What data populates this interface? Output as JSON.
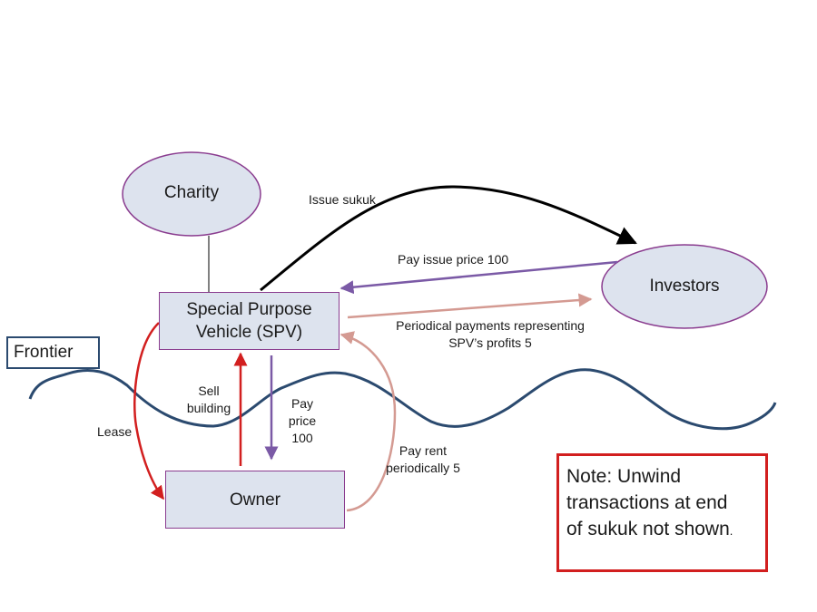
{
  "nodes": {
    "charity": "Charity",
    "investors": "Investors",
    "spv_line1": "Special Purpose",
    "spv_line2": "Vehicle (SPV)",
    "owner": "Owner",
    "frontier": "Frontier"
  },
  "edges": {
    "issue_sukuk": "Issue sukuk",
    "pay_issue_price": "Pay issue price 100",
    "periodical_line1": "Periodical payments representing",
    "periodical_line2": "SPV’s profits 5",
    "sell_line1": "Sell",
    "sell_line2": "building",
    "pay_price_line1": "Pay",
    "pay_price_line2": "price",
    "pay_price_line3": "100",
    "lease": "Lease",
    "pay_rent_line1": "Pay rent",
    "pay_rent_line2": "periodically 5"
  },
  "note": {
    "line1": "Note: Unwind",
    "line2": "transactions at end",
    "line3": "of sukuk not shown",
    "trailing": "."
  },
  "colors": {
    "node_fill": "#dde3ee",
    "node_border": "#8a3c8f",
    "black_arrow": "#000000",
    "purple_arrow": "#7b5aa6",
    "pink_arrow": "#d49a92",
    "red_arrow": "#d21f1f",
    "frontier_wave": "#2b4a6f",
    "note_border": "#d21f1f"
  }
}
